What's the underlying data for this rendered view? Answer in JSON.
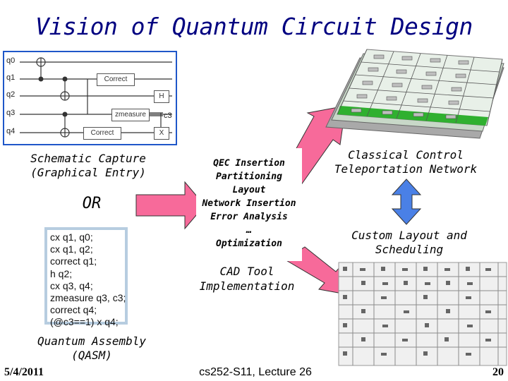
{
  "title": "Vision of Quantum Circuit Design",
  "schematic": {
    "qubits": [
      "q0",
      "q1",
      "q2",
      "q3",
      "q4"
    ],
    "gates": {
      "correct_top": "Correct",
      "h": "H",
      "zmeasure": "zmeasure",
      "correct_bottom": "Correct",
      "x": "X"
    },
    "classical": "c3",
    "caption_line1": "Schematic Capture",
    "caption_line2": "(Graphical Entry)"
  },
  "or_label": "OR",
  "qasm": {
    "lines": [
      "cx q1, q0;",
      "cx q1, q2;",
      "correct q1;",
      "h q2;",
      "cx q3, q4;",
      "zmeasure q3, c3;",
      "correct q4;",
      "(@c3==1) x q4;"
    ],
    "caption_line1": "Quantum Assembly",
    "caption_line2": "(QASM)"
  },
  "center": {
    "items": [
      "QEC Insertion",
      "Partitioning",
      "Layout",
      "Network Insertion",
      "Error Analysis",
      "…",
      "Optimization"
    ],
    "cad_line1": "CAD Tool",
    "cad_line2": "Implementation"
  },
  "right": {
    "top_line1": "Classical Control",
    "top_line2": "Teleportation Network",
    "bottom_line1": "Custom Layout and",
    "bottom_line2": "Scheduling"
  },
  "colors": {
    "title": "#000080",
    "arrow": "#f76a9a",
    "double_arrow": "#4a80e6",
    "schematic_border": "#1f57c9"
  },
  "footer": {
    "date": "5/4/2011",
    "course": "cs252-S11, Lecture 26",
    "page": "20"
  }
}
